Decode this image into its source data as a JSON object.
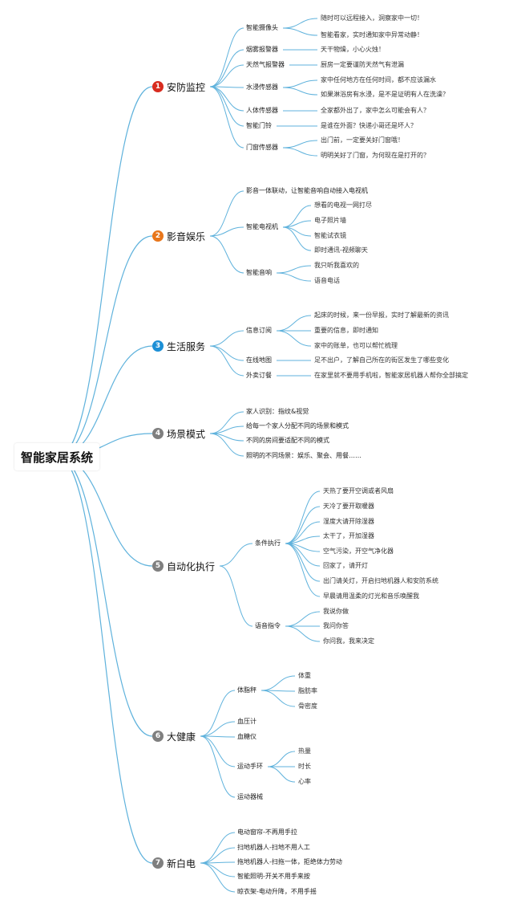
{
  "root": "智能家居系统",
  "categories": [
    {
      "num": "1",
      "label": "安防监控",
      "color": "#d82c1f",
      "children": [
        {
          "label": "智能摄像头",
          "leaves": [
            "随时可以远程接入，洞察家中一切！",
            "智能看家，实时通知家中异常动静！"
          ]
        },
        {
          "label": "烟雾报警器",
          "leaves": [
            "天干物燥，小心火烛！"
          ]
        },
        {
          "label": "天然气报警器",
          "leaves": [
            "厨房一定要谨防天然气有泄漏"
          ]
        },
        {
          "label": "水浸传感器",
          "leaves": [
            "家中任何地方在任何时间，都不应该漏水",
            "如果淋浴房有水浸，是不是证明有人在洗澡？"
          ]
        },
        {
          "label": "人体传感器",
          "leaves": [
            "全家都外出了，家中怎么可能会有人？"
          ]
        },
        {
          "label": "智能门铃",
          "leaves": [
            "是谁在外面？快递小哥还是坏人？"
          ]
        },
        {
          "label": "门窗传感器",
          "leaves": [
            "出门前，一定要关好门窗哦！",
            "明明关好了门窗，为何现在是打开的？"
          ]
        }
      ]
    },
    {
      "num": "2",
      "label": "影音娱乐",
      "color": "#e8761b",
      "children": [
        {
          "label": "影音一体联动，让智能音响自动接入电视机",
          "leaves": []
        },
        {
          "label": "智能电视机",
          "leaves": [
            "想看的电视一网打尽",
            "电子照片墙",
            "智能试衣镜",
            "即时通讯-视频聊天"
          ]
        },
        {
          "label": "智能音响",
          "leaves": [
            "我只听我喜欢的",
            "语音电话"
          ]
        }
      ]
    },
    {
      "num": "3",
      "label": "生活服务",
      "color": "#1c8fd6",
      "children": [
        {
          "label": "信息订阅",
          "leaves": [
            "起床的时候，来一份早报，实时了解最新的资讯",
            "重要的信息，即时通知",
            "家中的账单，也可以帮忙梳理"
          ]
        },
        {
          "label": "在线地图",
          "leaves": [
            "足不出户，了解自己所在的街区发生了哪些变化"
          ]
        },
        {
          "label": "外卖订餐",
          "leaves": [
            "在家里就不要用手机啦，智能家居机器人帮你全部搞定"
          ]
        }
      ]
    },
    {
      "num": "4",
      "label": "场景模式",
      "color": "#7f7f7f",
      "children": [
        {
          "label": "家人识别：指纹&视觉",
          "leaves": []
        },
        {
          "label": "给每一个家人分配不同的场景和模式",
          "leaves": []
        },
        {
          "label": "不同的房间要适配不同的模式",
          "leaves": []
        },
        {
          "label": "照明的不同场景：娱乐、聚会、用餐……",
          "leaves": []
        }
      ]
    },
    {
      "num": "5",
      "label": "自动化执行",
      "color": "#7f7f7f",
      "children": [
        {
          "label": "条件执行",
          "leaves": [
            "天热了要开空调或者风扇",
            "天冷了要开取暖器",
            "湿度大请开除湿器",
            "太干了，开加湿器",
            "空气污染，开空气净化器",
            "回家了，请开灯",
            "出门请关灯，开启扫地机器人和安防系统",
            "早晨请用温柔的灯光和音乐唤醒我"
          ]
        },
        {
          "label": "语音指令",
          "leaves": [
            "我说你做",
            "我问你答",
            "你问我，我来决定"
          ]
        }
      ]
    },
    {
      "num": "6",
      "label": "大健康",
      "color": "#7f7f7f",
      "children": [
        {
          "label": "体脂秤",
          "leaves": [
            "体重",
            "脂肪率",
            "骨密度"
          ]
        },
        {
          "label": "血压计",
          "leaves": []
        },
        {
          "label": "血糖仪",
          "leaves": []
        },
        {
          "label": "运动手环",
          "leaves": [
            "热量",
            "时长",
            "心率"
          ]
        },
        {
          "label": "运动器械",
          "leaves": []
        }
      ]
    },
    {
      "num": "7",
      "label": "新白电",
      "color": "#7f7f7f",
      "children": [
        {
          "label": "电动窗帘-不再用手拉",
          "leaves": []
        },
        {
          "label": "扫地机器人-扫地不用人工",
          "leaves": []
        },
        {
          "label": "拖地机器人-扫拖一体，拒绝体力劳动",
          "leaves": []
        },
        {
          "label": "智能照明-开关不用手来按",
          "leaves": []
        },
        {
          "label": "晾衣架-电动升降，不用手摇",
          "leaves": []
        }
      ]
    }
  ]
}
